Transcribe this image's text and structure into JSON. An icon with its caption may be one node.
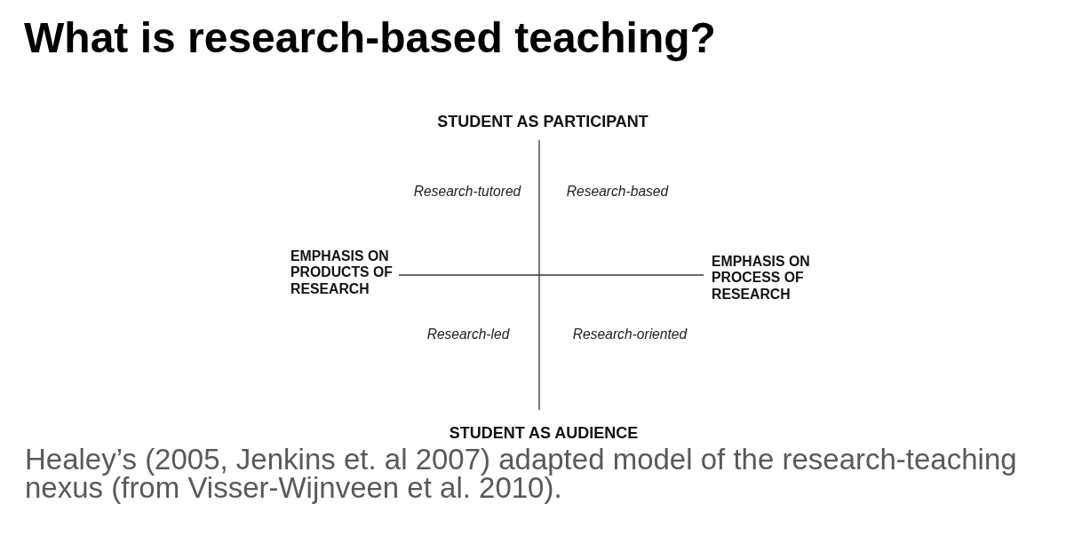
{
  "diagram": {
    "title": "What is research-based teaching?",
    "caption": "Healey’s (2005, Jenkins et. al 2007) adapted model of the research-teaching nexus (from Visser-Wijnveen et al. 2010).",
    "labels": [
      "STUDENT AS PARTICIPANT",
      "Research-tutored",
      "Research-based",
      "EMPHASIS ON PRODUCTS OF RESEARCH",
      "EMPHASIS ON PROCESS OF RESEARCH",
      "Research-led",
      "Research-oriented",
      "STUDENT AS AUDIENCE"
    ]
  }
}
